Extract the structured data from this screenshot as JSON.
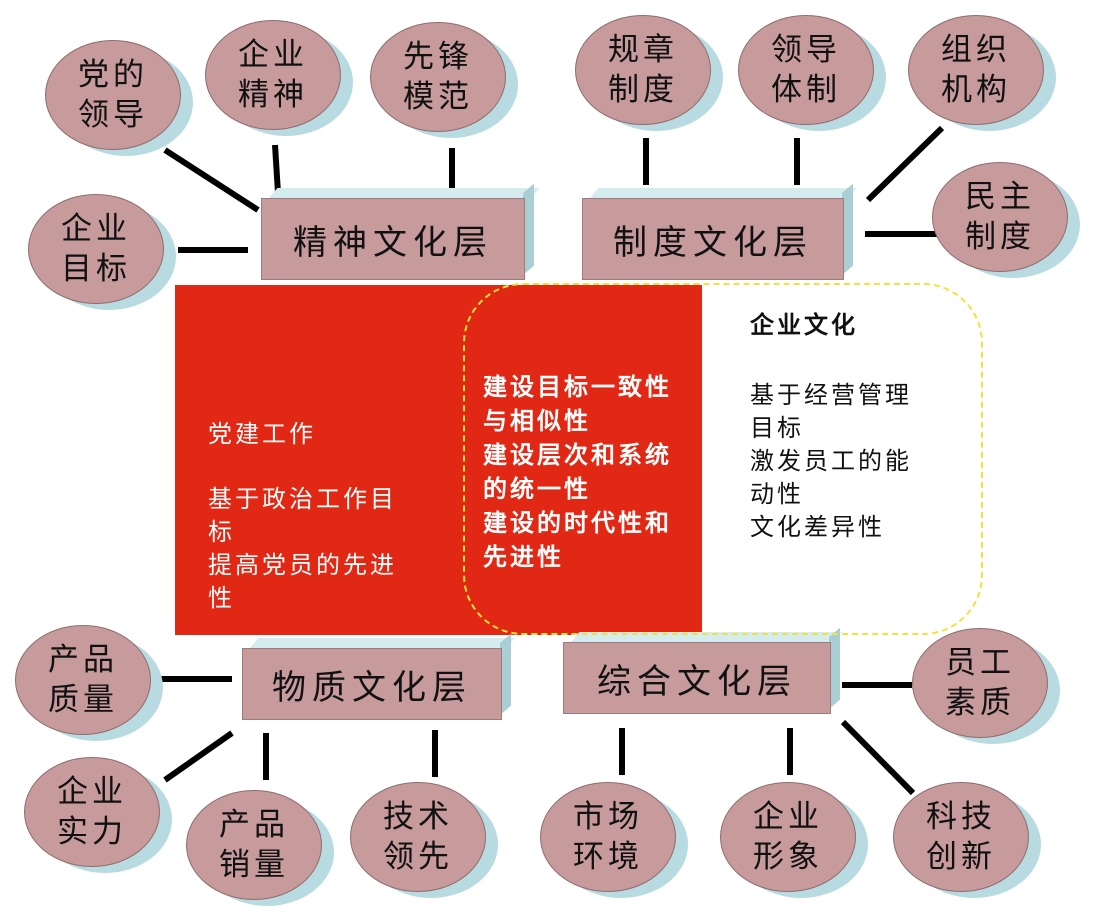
{
  "layers": {
    "spiritual": "精神文化层",
    "institutional": "制度文化层",
    "material": "物质文化层",
    "comprehensive": "综合文化层"
  },
  "bubbles": {
    "party_leadership": "党的领导",
    "enterprise_spirit": "企业精神",
    "vanguard_model": "先锋模范",
    "enterprise_goal": "企业目标",
    "rules_regulations": "规章制度",
    "leadership_system": "领导体制",
    "organization_structure": "组织机构",
    "democratic_system": "民主制度",
    "product_quality": "产品质量",
    "enterprise_strength": "企业实力",
    "product_sales": "产品销量",
    "tech_lead": "技术领先",
    "market_environment": "市场环境",
    "enterprise_image": "企业形象",
    "tech_innovation": "科技创新",
    "staff_quality": "员工素质"
  },
  "party_work": {
    "title": "党建工作",
    "lines": [
      "基于政治工作目标",
      "提高党员的先进性"
    ]
  },
  "build": {
    "lines": [
      "建设目标一致性与相似性",
      "建设层次和系统的统一性",
      "建设的时代性和先进性"
    ]
  },
  "enterprise_culture": {
    "title": "企业文化",
    "lines": [
      "基于经营管理目标",
      "激发员工的能动性",
      "文化差异性"
    ]
  },
  "colors": {
    "bubble": "#c79a9c",
    "bubble_shadow": "#b7dbe0",
    "core_red": "#e12814",
    "dashed_yellow": "#f3e23a"
  }
}
